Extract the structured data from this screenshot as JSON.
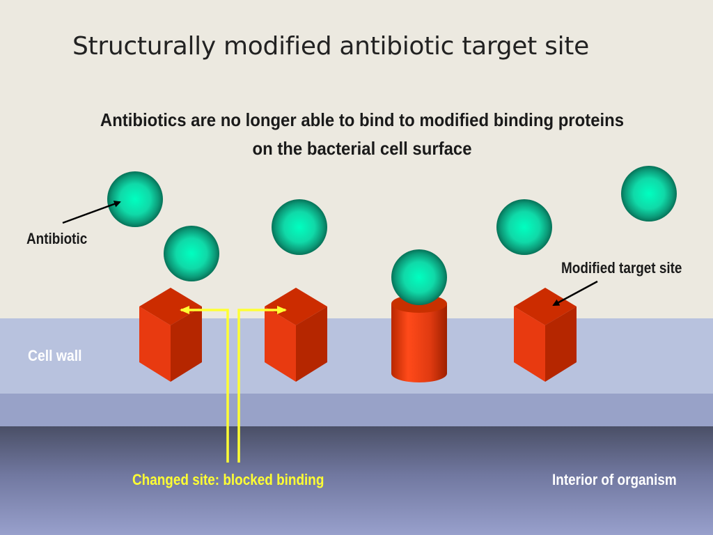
{
  "title": "Structurally modified antibiotic target site",
  "subtitle": {
    "line1": "Antibiotics are no longer able to bind to modified binding proteins",
    "line2": "on the bacterial cell surface"
  },
  "labels": {
    "antibiotic": "Antibiotic",
    "modified_target_site": "Modified target site",
    "cell_wall": "Cell wall",
    "changed_site": "Changed site: blocked binding",
    "interior": "Interior of organism"
  },
  "colors": {
    "background": "#ece9e0",
    "cell_wall": "#b8c2de",
    "wall_band": "#98a2c8",
    "interior_top": "#4a4f66",
    "interior_bottom": "#98a0cc",
    "antibiotic": "#1fd3a8",
    "target_site": "#e03a10",
    "indicator": "#ffff33"
  }
}
